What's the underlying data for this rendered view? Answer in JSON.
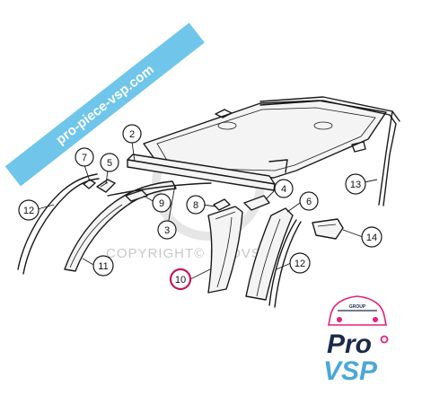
{
  "banner": {
    "text": "pro-piece-vsp.com",
    "color": "#6fc6ea"
  },
  "watermark": {
    "text": "COPYRIGHT© PROVSP"
  },
  "logo": {
    "group_label": "GROUP",
    "word_pro": "Pro",
    "word_vsp": "VSP",
    "pink": "#e5207a",
    "dark_blue": "#1b2a4a",
    "light_blue": "#4aa8d8"
  },
  "callouts": [
    {
      "id": "c1",
      "label": "2"
    },
    {
      "id": "c2",
      "label": "7"
    },
    {
      "id": "c3",
      "label": "5"
    },
    {
      "id": "c4",
      "label": "12"
    },
    {
      "id": "c5",
      "label": "9"
    },
    {
      "id": "c6",
      "label": "8"
    },
    {
      "id": "c7",
      "label": "4"
    },
    {
      "id": "c8",
      "label": "6"
    },
    {
      "id": "c9",
      "label": "13"
    },
    {
      "id": "c10",
      "label": "3"
    },
    {
      "id": "c11",
      "label": "14"
    },
    {
      "id": "c12",
      "label": "11"
    },
    {
      "id": "c13",
      "label": "10",
      "highlight": true,
      "color": "#c2185b"
    },
    {
      "id": "c14",
      "label": "12"
    }
  ]
}
